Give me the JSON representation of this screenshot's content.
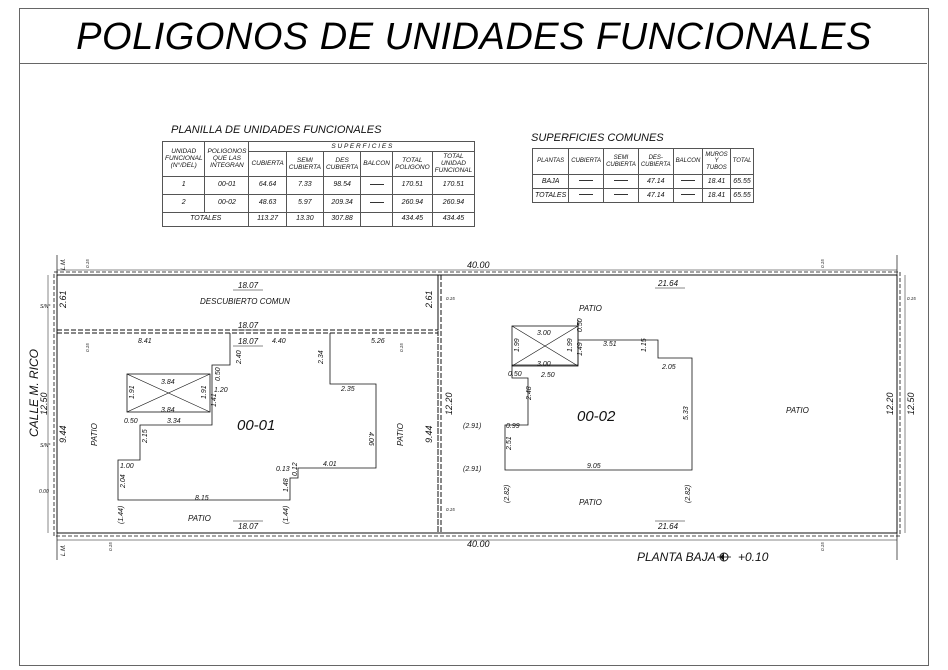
{
  "title": "POLIGONOS DE UNIDADES FUNCIONALES",
  "planilla": {
    "title": "PLANILLA DE UNIDADES FUNCIONALES",
    "headers": {
      "unidad": "UNIDAD FUNCIONAL (N°/DEL)",
      "poligonos": "POLIGONOS QUE LAS INTEGRAN",
      "superficies": "S U P E R F I C I E S",
      "cubierta": "CUBIERTA",
      "semi": "SEMI CUBIERTA",
      "des": "DES CUBIERTA",
      "balcon": "BALCON",
      "total_poligono": "TOTAL POLIGONO",
      "total_unidad": "TOTAL UNIDAD FUNCIONAL"
    },
    "rows": [
      {
        "unidad": "1",
        "poligono": "00-01",
        "cubierta": "64.64",
        "semi": "7.33",
        "des": "98.54",
        "total_poligono": "170.51",
        "total_unidad": "170.51"
      },
      {
        "unidad": "2",
        "poligono": "00-02",
        "cubierta": "48.63",
        "semi": "5.97",
        "des": "209.34",
        "total_poligono": "260.94",
        "total_unidad": "260.94"
      }
    ],
    "totals": {
      "label": "TOTALES",
      "cubierta": "113.27",
      "semi": "13.30",
      "des": "307.88",
      "total_poligono": "434.45",
      "total_unidad": "434.45"
    }
  },
  "comunes": {
    "title": "SUPERFICIES COMUNES",
    "headers": {
      "plantas": "PLANTAS",
      "cubierta": "CUBIERTA",
      "semi": "SEMI CUBIERTA",
      "des": "DES- CUBIERTA",
      "balcon": "BALCON",
      "muros": "MUROS Y TUBOS",
      "total": "TOTAL"
    },
    "rows": [
      {
        "plantas": "BAJA",
        "des": "47.14",
        "muros": "18.41",
        "total": "65.55"
      },
      {
        "plantas": "TOTALES",
        "des": "47.14",
        "muros": "18.41",
        "total": "65.55"
      }
    ]
  },
  "plan": {
    "street": "CALLE M. RICO",
    "floor_label": "PLANTA BAJA",
    "level": "+0.10",
    "lm": "L.M.",
    "sn": "S/N°",
    "zero": "0.00",
    "small_015": "0.15",
    "dims": {
      "top_total": "40.00",
      "bottom_total": "40.00",
      "right_depth": "12.50",
      "left_depth": "12.50",
      "right_inner": "12.20",
      "center_depth": "12.20",
      "left_944": "9.44",
      "center_944": "9.44",
      "top_261_left": "2.61",
      "top_261_right": "2.61",
      "com_top": "18.07",
      "com_bottom": "18.07",
      "u1_top": "18.07",
      "u1_bottom": "18.07",
      "u2_top": "21.64",
      "u2_bottom": "21.64",
      "u1_841": "8.41",
      "u1_440": "4.40",
      "u1_526": "5.26",
      "u1_240": "2.40",
      "u1_234": "2.34",
      "u1_235": "2.35",
      "u1_120": "1.20",
      "u1_141": "1.41",
      "u1_050a": "0.50",
      "u1_384a": "3.84",
      "u1_384b": "3.84",
      "u1_191a": "1.91",
      "u1_191b": "1.91",
      "u1_050b": "0.50",
      "u1_334": "3.34",
      "u1_215": "2.15",
      "u1_406": "4.06",
      "u1_401": "4.01",
      "u1_013": "0.13",
      "u1_012": "0.12",
      "u1_100": "1.00",
      "u1_204": "2.04",
      "u1_148": "1.48",
      "u1_815": "8.15",
      "u1_144a": "(1.44)",
      "u1_144b": "(1.44)",
      "u2_300a": "3.00",
      "u2_300b": "3.00",
      "u2_199a": "1.99",
      "u2_199b": "1.99",
      "u2_050a": "0.50",
      "u2_149": "1.49",
      "u2_351": "3.51",
      "u2_115": "1.15",
      "u2_050b": "0.50",
      "u2_250": "2.50",
      "u2_205": "2.05",
      "u2_248": "2.48",
      "u2_533": "5.33",
      "u2_099": "0.99",
      "u2_251": "2.51",
      "u2_905": "9.05",
      "u2_291a": "(2.91)",
      "u2_291b": "(2.91)",
      "u2_282a": "(2.82)",
      "u2_282b": "(2.82)"
    },
    "labels": {
      "descubierto": "DESCUBIERTO COMUN",
      "u1": "00-01",
      "u2": "00-02",
      "patio": "PATIO"
    }
  }
}
